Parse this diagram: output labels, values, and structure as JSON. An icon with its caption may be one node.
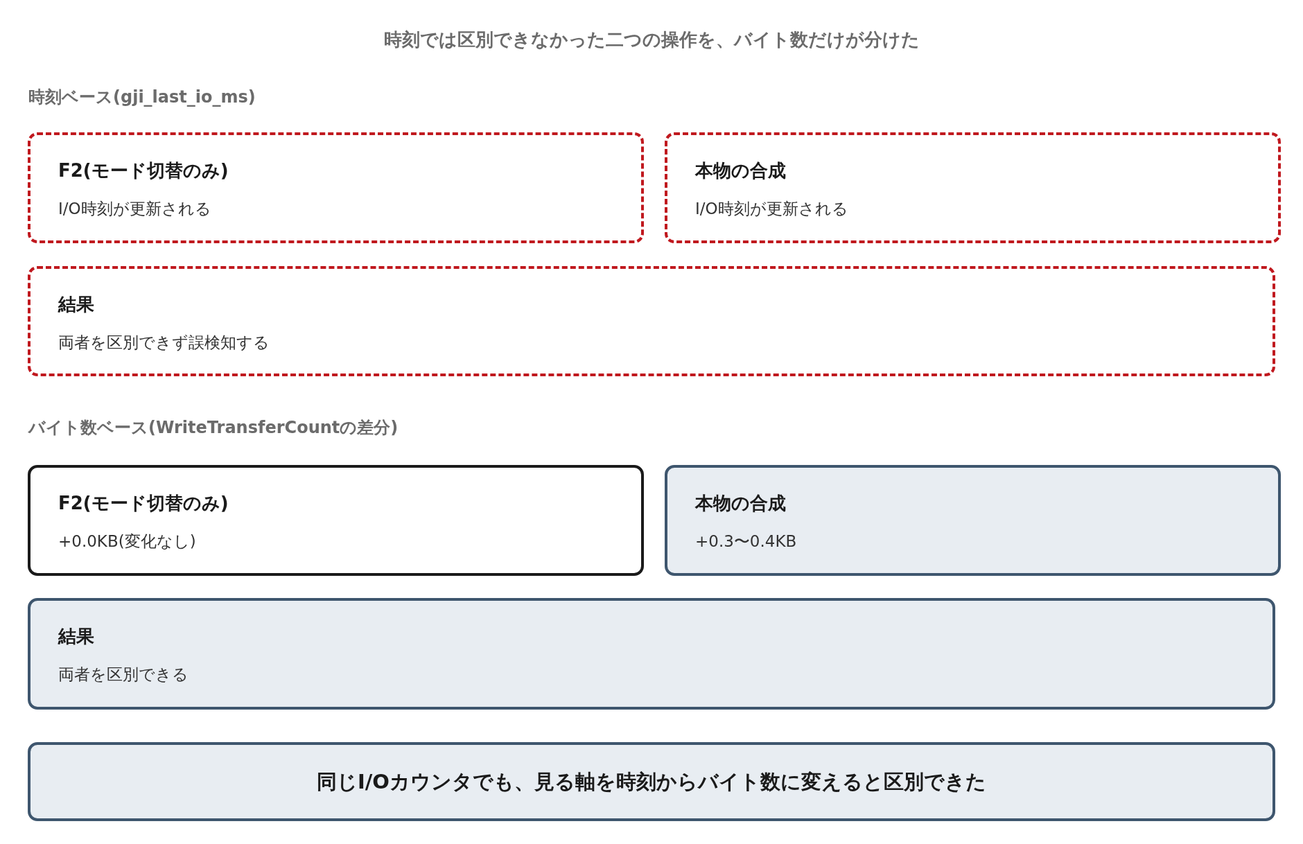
{
  "diagram": {
    "title": "時刻では区別できなかった二つの操作を、バイト数だけが分けた",
    "nodes": [
      {
        "text": [
          "F2(モード切替のみ)",
          "I/O時刻が更新される"
        ]
      },
      {
        "text": [
          "本物の合成",
          "I/O時刻が更新される"
        ]
      },
      {
        "text": [
          "結果",
          "両者を区別できず誤検知する"
        ]
      },
      {
        "text": [
          "F2(モード切替のみ)",
          "+0.0KB(変化なし)"
        ]
      },
      {
        "text": [
          "本物の合成",
          "+0.3〜0.4KB"
        ]
      },
      {
        "text": [
          "結果",
          "両者を区別できる"
        ]
      },
      {
        "text": [
          "同じI/Oカウンタでも、見る軸を時刻からバイト数に変えると区別できた"
        ]
      }
    ],
    "labels": [
      "時刻ベース(gji_last_io_ms)",
      "バイト数ベース(WriteTransferCountの差分)"
    ]
  }
}
